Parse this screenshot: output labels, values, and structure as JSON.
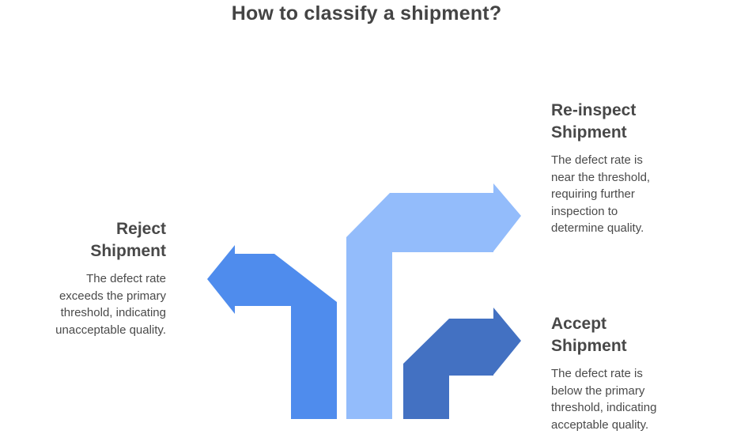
{
  "title": "How to classify a shipment?",
  "options": {
    "reject": {
      "title": "Reject\nShipment",
      "description": "The defect rate\nexceeds the primary\nthreshold, indicating\nunacceptable quality.",
      "color": "#4f8ced"
    },
    "reinspect": {
      "title": "Re-inspect\nShipment",
      "description": "The defect rate is\nnear the threshold,\nrequiring further\ninspection to\ndetermine quality.",
      "color": "#93bcfb"
    },
    "accept": {
      "title": "Accept\nShipment",
      "description": "The defect rate is\nbelow the primary\nthreshold, indicating\nacceptable quality.",
      "color": "#4371c2"
    }
  }
}
